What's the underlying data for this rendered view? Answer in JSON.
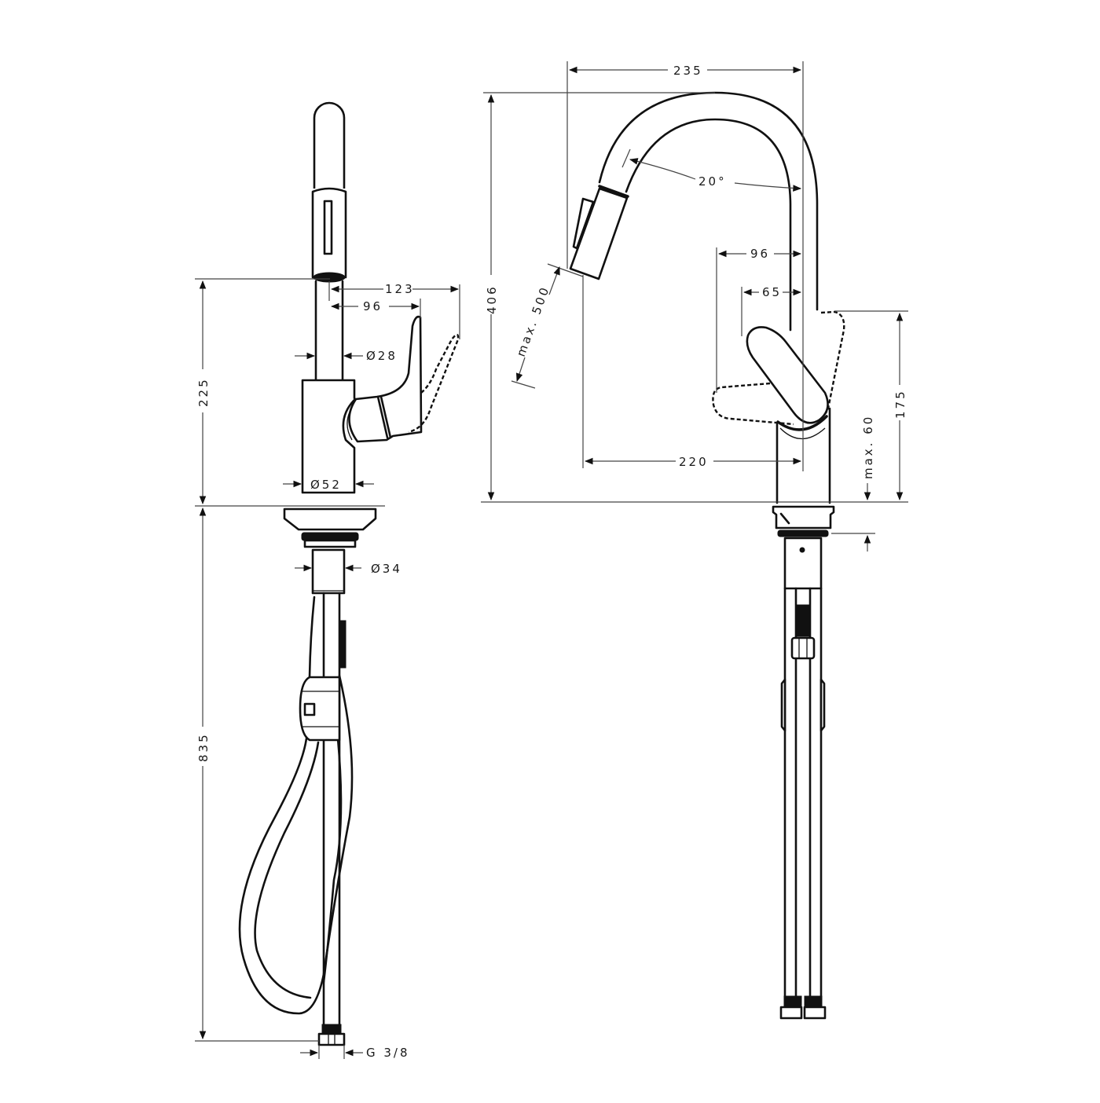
{
  "drawing": {
    "type": "technical-dimension-drawing",
    "subject": "pull-out kitchen faucet",
    "units": "mm",
    "views": [
      {
        "name": "side-view-left",
        "description": "Side view with pull-out hose loop"
      },
      {
        "name": "front-view-right",
        "description": "Front view with arched spout"
      }
    ]
  },
  "left_view": {
    "dims": {
      "spout_reach": "123",
      "lever_offset": "96",
      "spout_diameter": "Ø28",
      "body_diameter": "Ø52",
      "shank_diameter": "Ø34",
      "height_above_deck": "225",
      "hose_length": "835",
      "connection_thread": "G 3/8"
    }
  },
  "right_view": {
    "dims": {
      "overall_width": "235",
      "total_height": "406",
      "swivel_angle": "20°",
      "pull_out_length": "max. 500",
      "lever_reach_96": "96",
      "lever_reach_65": "65",
      "spout_projection": "220",
      "lever_height": "175",
      "max_deck_thickness": "max. 60"
    }
  }
}
